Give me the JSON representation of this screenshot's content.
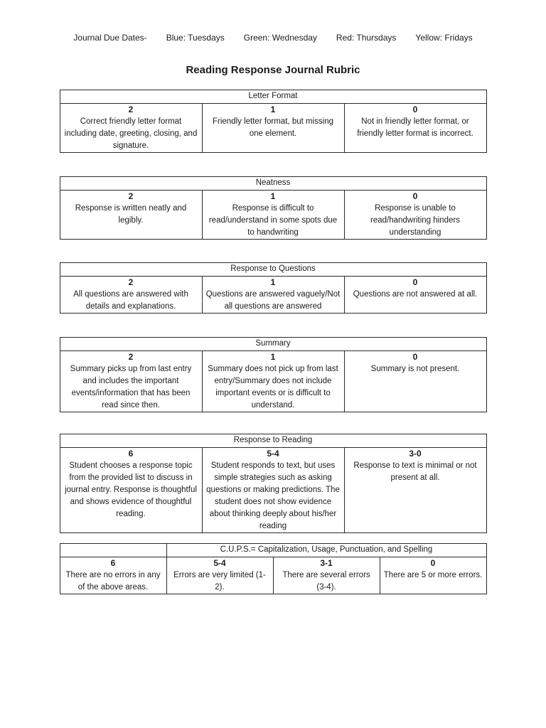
{
  "header": {
    "due_label": "Journal Due Dates-",
    "due_items": [
      "Blue: Tuesdays",
      "Green: Wednesday",
      "Red: Thursdays",
      "Yellow: Fridays"
    ]
  },
  "title": "Reading Response Journal Rubric",
  "tables": [
    {
      "title": "Letter Format",
      "cells": [
        {
          "score": "2",
          "text": "Correct friendly letter format including date, greeting, closing, and signature."
        },
        {
          "score": "1",
          "text": "Friendly letter format, but missing one element."
        },
        {
          "score": "0",
          "text": "Not in friendly letter format, or friendly letter format is incorrect."
        }
      ]
    },
    {
      "title": "Neatness",
      "cells": [
        {
          "score": "2",
          "text": "Response is written neatly and legibly."
        },
        {
          "score": "1",
          "text": "Response is difficult to read/understand in some spots due to handwriting"
        },
        {
          "score": "0",
          "text": "Response is unable to read/handwriting hinders understanding"
        }
      ]
    },
    {
      "title": "Response to Questions",
      "cells": [
        {
          "score": "2",
          "text": "All questions are answered with details and explanations."
        },
        {
          "score": "1",
          "text": "Questions are answered vaguely/Not all questions are answered"
        },
        {
          "score": "0",
          "text": "Questions are not answered at all."
        }
      ]
    },
    {
      "title": "Summary",
      "cells": [
        {
          "score": "2",
          "text": "Summary picks up from last entry and includes the important events/information that has been read since then."
        },
        {
          "score": "1",
          "text": "Summary does not pick up from last entry/Summary does not include important events or is difficult to understand."
        },
        {
          "score": "0",
          "text": "Summary is not present."
        }
      ]
    },
    {
      "title": "Response to Reading",
      "cells": [
        {
          "score": "6",
          "text": "Student chooses a response topic from the provided list to discuss in journal entry. Response is thoughtful and shows evidence of thoughtful reading."
        },
        {
          "score": "5-4",
          "text": "Student responds to text, but uses simple strategies such as asking questions or making predictions. The student does not show evidence about thinking deeply about his/her reading"
        },
        {
          "score": "3-0",
          "text": "Response to text is minimal or not present at all."
        }
      ]
    },
    {
      "title": "C.U.P.S.= Capitalization, Usage, Punctuation, and Spelling",
      "cells": [
        {
          "score": "6",
          "text": "There are no errors in any of the above areas."
        },
        {
          "score": "5-4",
          "text": "Errors are very limited (1-2)."
        },
        {
          "score": "3-1",
          "text": "There are several errors (3-4)."
        },
        {
          "score": "0",
          "text": "There are 5 or more errors."
        }
      ]
    }
  ]
}
